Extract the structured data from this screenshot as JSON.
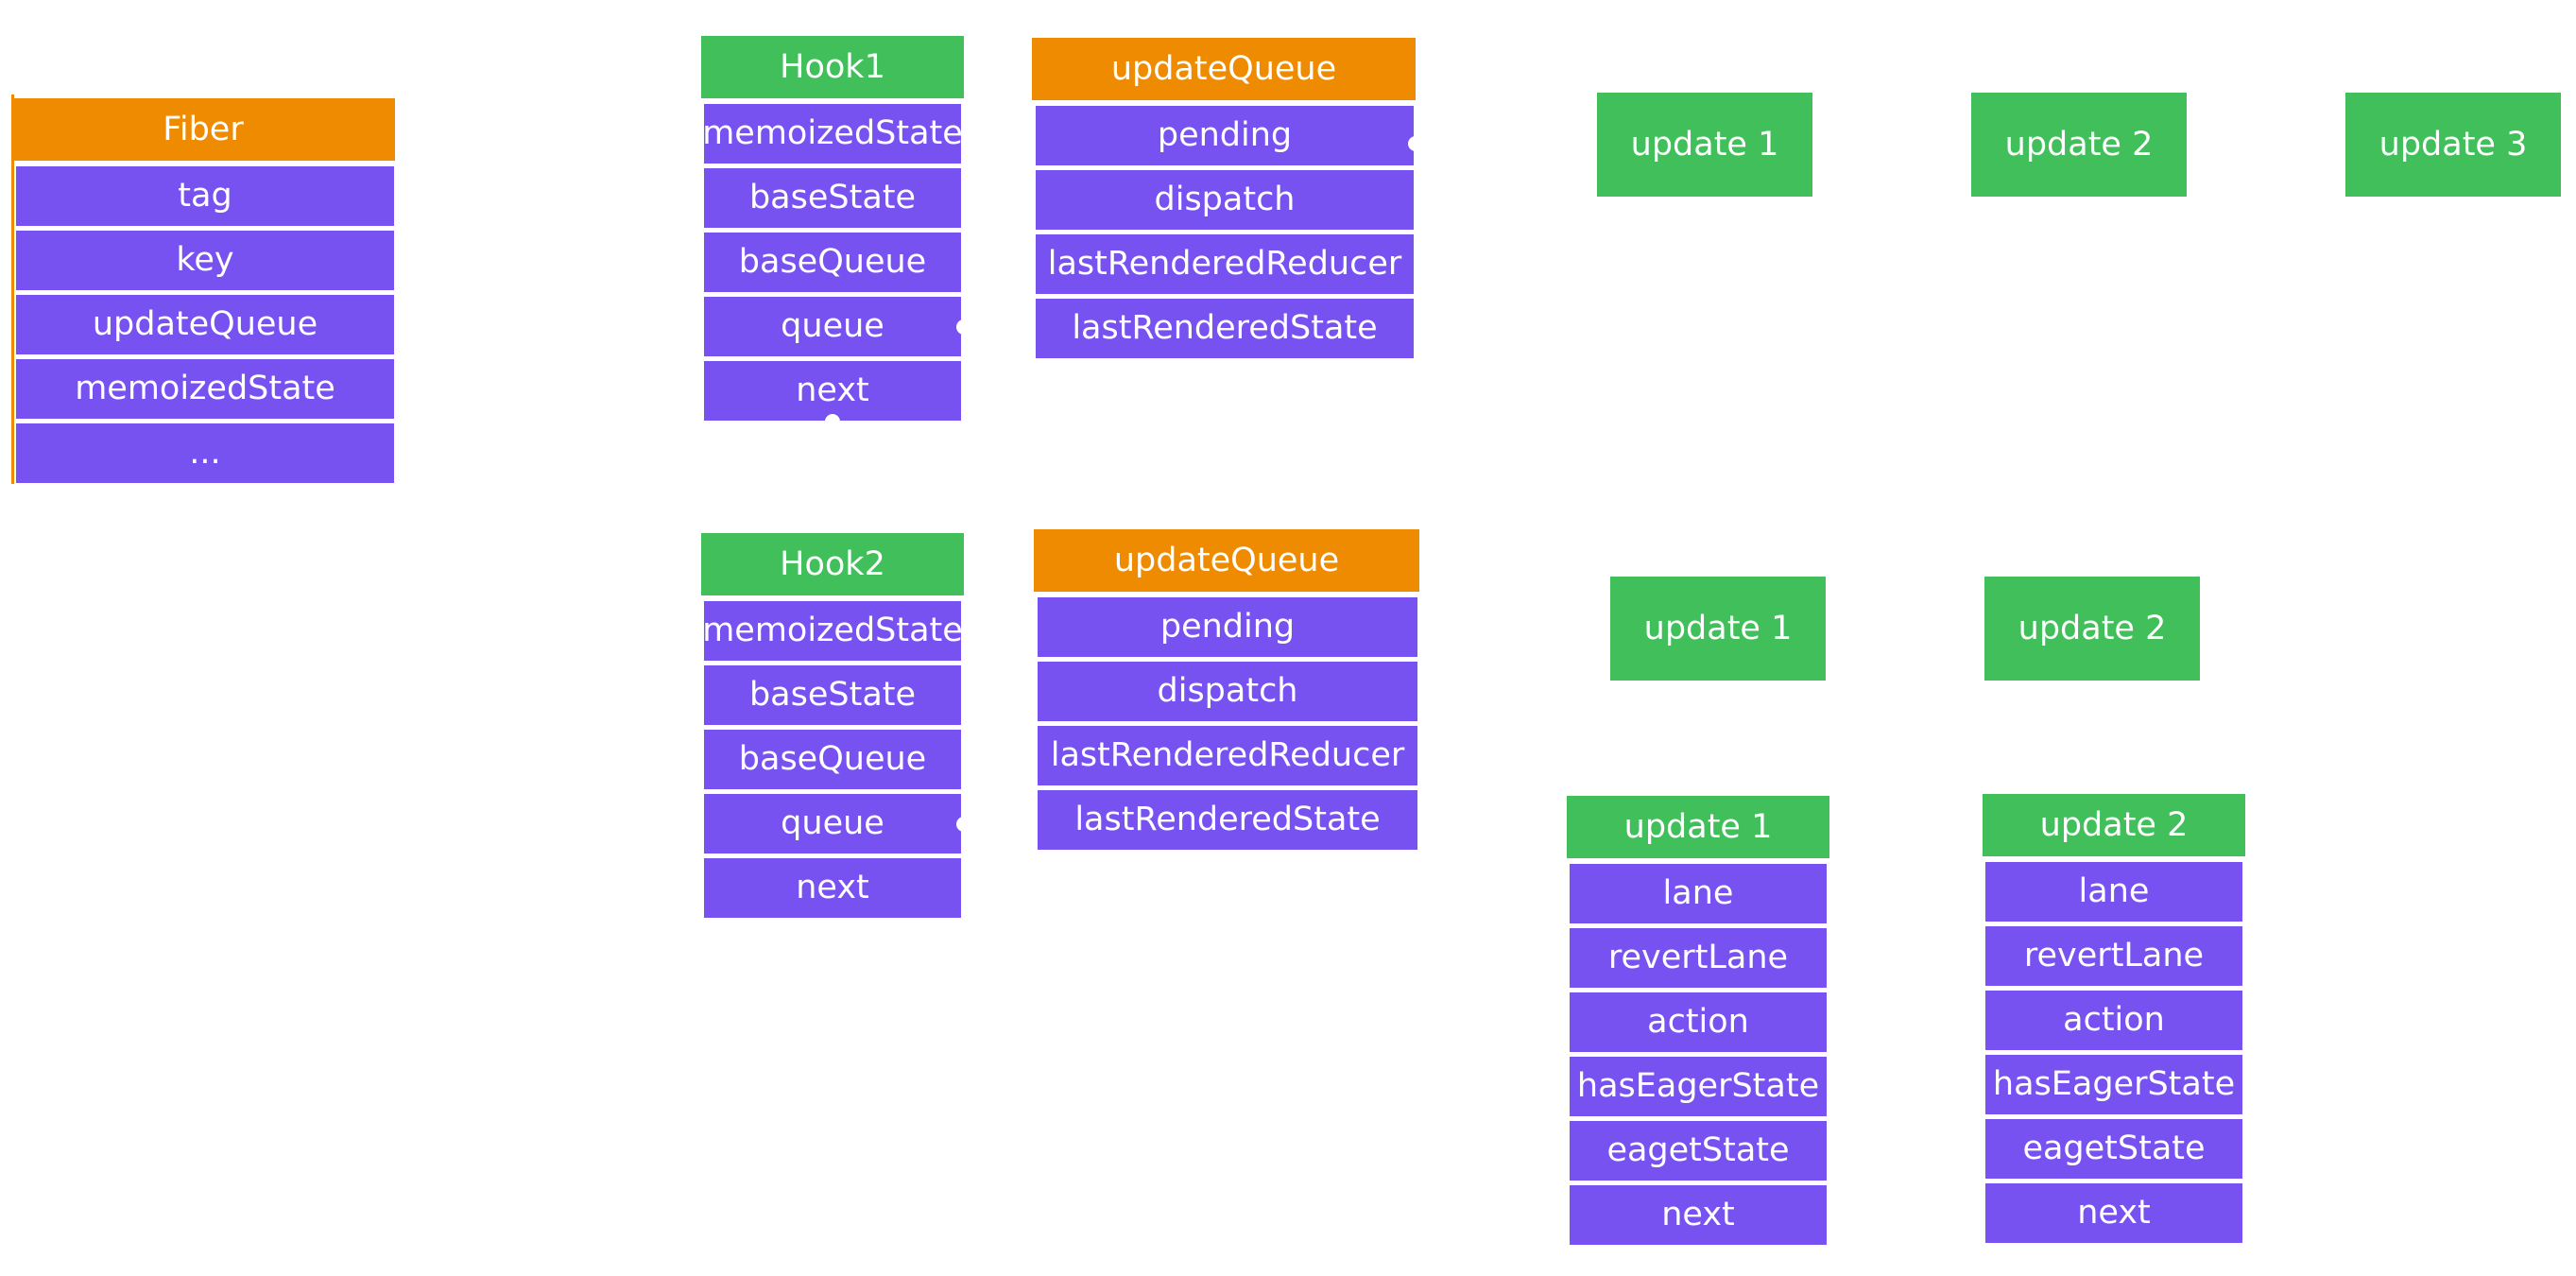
{
  "colors": {
    "header_orange": "#EF8B00",
    "header_green": "#40BF5A",
    "field_purple": "#7752F0",
    "background": "#FFFFFF"
  },
  "fiber": {
    "title": "Fiber",
    "fields": [
      "tag",
      "key",
      "updateQueue",
      "memoizedState",
      "..."
    ]
  },
  "hook1": {
    "title": "Hook1",
    "fields": [
      "memoizedState",
      "baseState",
      "baseQueue",
      "queue",
      "next"
    ]
  },
  "hook2": {
    "title": "Hook2",
    "fields": [
      "memoizedState",
      "baseState",
      "baseQueue",
      "queue",
      "next"
    ]
  },
  "queue1": {
    "title": "updateQueue",
    "fields": [
      "pending",
      "dispatch",
      "lastRenderedReducer",
      "lastRenderedState"
    ]
  },
  "queue2": {
    "title": "updateQueue",
    "fields": [
      "pending",
      "dispatch",
      "lastRenderedReducer",
      "lastRenderedState"
    ]
  },
  "ring1": [
    "update 1",
    "update 2",
    "update 3"
  ],
  "ring2": [
    "update 1",
    "update 2"
  ],
  "update_detail_1": {
    "title": "update 1",
    "fields": [
      "lane",
      "revertLane",
      "action",
      "hasEagerState",
      "eagetState",
      "next"
    ]
  },
  "update_detail_2": {
    "title": "update 2",
    "fields": [
      "lane",
      "revertLane",
      "action",
      "hasEagerState",
      "eagetState",
      "next"
    ]
  }
}
